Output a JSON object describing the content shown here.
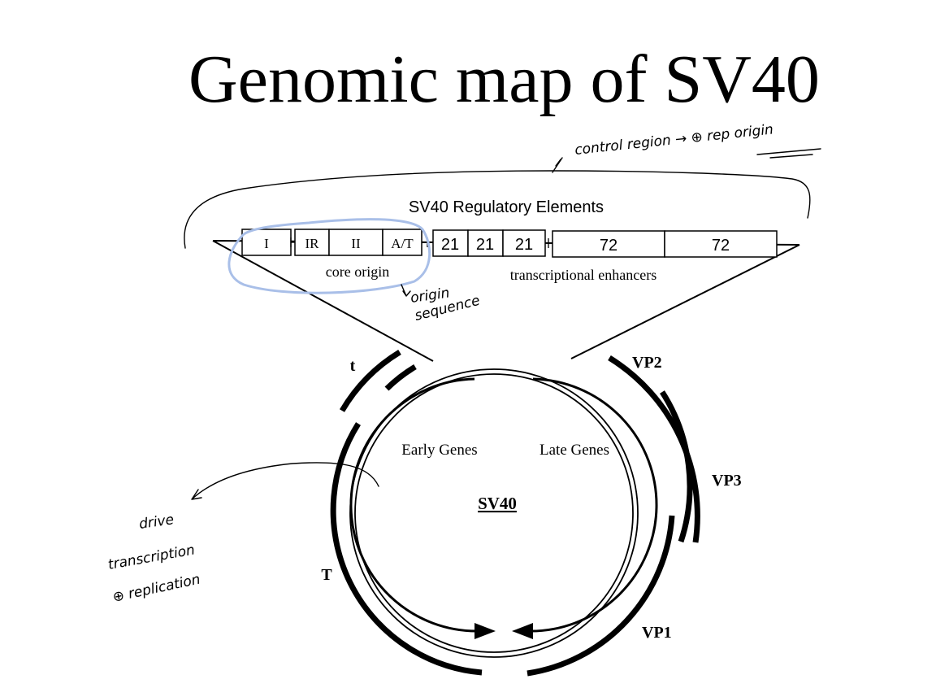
{
  "title": "Genomic map of SV40",
  "regulatory": {
    "header": "SV40  Regulatory  Elements",
    "boxes": [
      "I",
      "IR",
      "II",
      "A/T",
      "21",
      "21",
      "21",
      "72",
      "72"
    ],
    "core_origin_label": "core origin",
    "enhancer_label": "transcriptional enhancers"
  },
  "genome": {
    "center_label": "SV40",
    "early_label": "Early Genes",
    "late_label": "Late Genes",
    "genes": {
      "t": "t",
      "T": "T",
      "VP2": "VP2",
      "VP3": "VP3",
      "VP1": "VP1"
    }
  },
  "annotations": {
    "control": "control region → ⊕ rep origin",
    "origin_seq_line1": "origin",
    "origin_seq_line2": "sequence",
    "drive_line1": "drive",
    "drive_line2": "transcription",
    "drive_line3": "⊕ replication"
  },
  "colors": {
    "ink": "#000000",
    "highlight": "#a9bfe8"
  }
}
